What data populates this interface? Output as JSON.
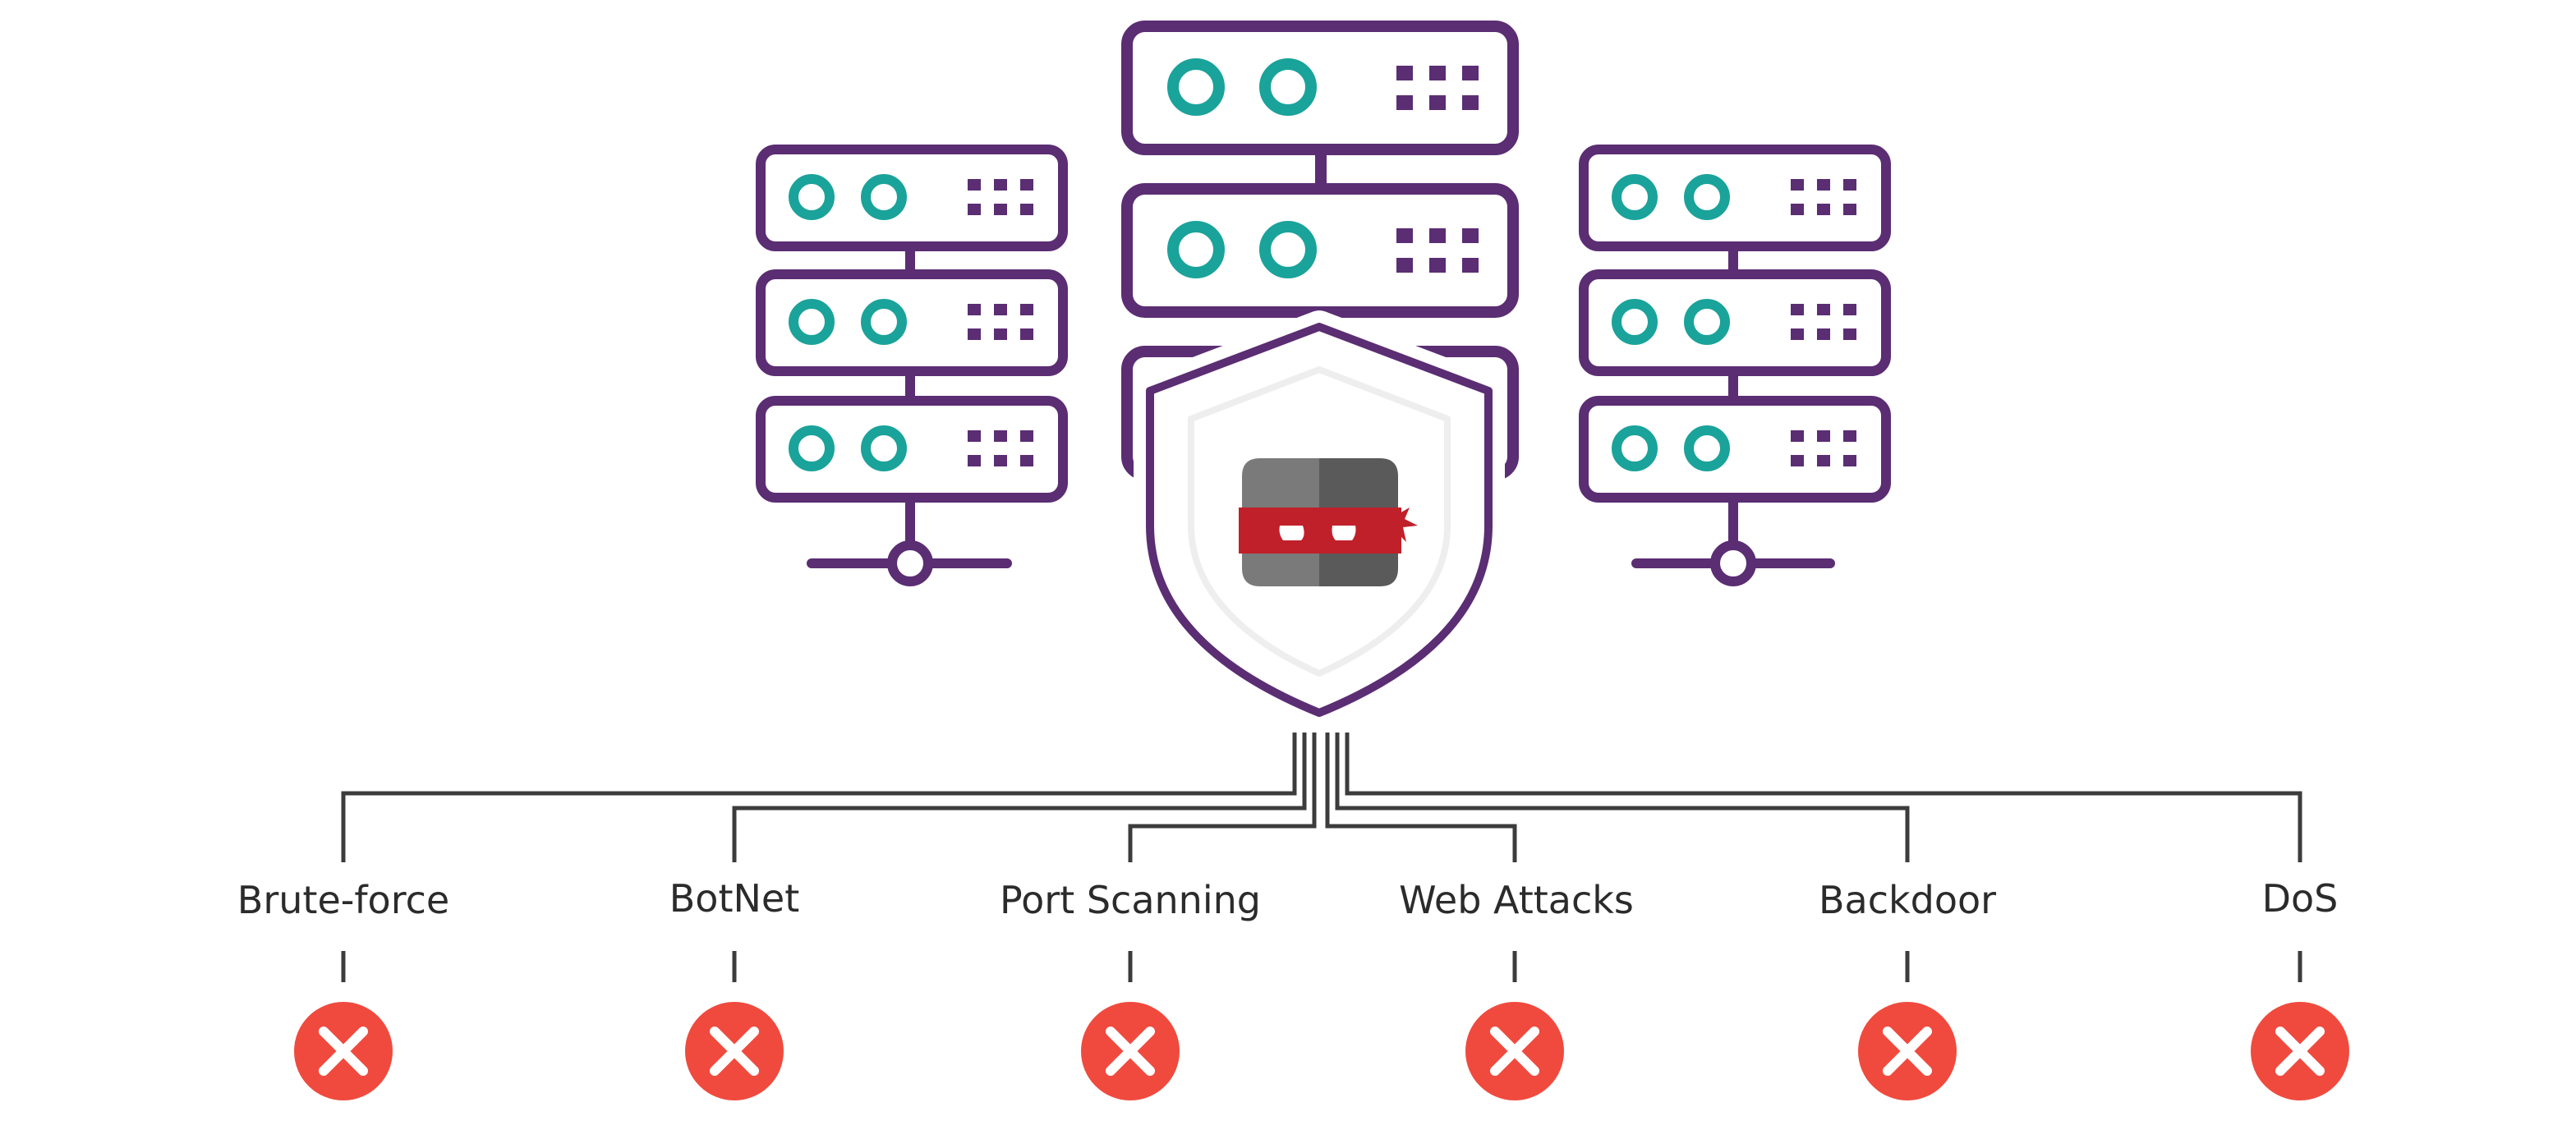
{
  "colors": {
    "server_outline": "#5b2d73",
    "server_light": "#1aa39a",
    "shield_outline": "#5b2d73",
    "connector": "#3c3c3c",
    "block_icon": "#f04a3e",
    "mask_band": "#c0202a",
    "face_left": "#7a7a7a",
    "face_right": "#5a5a5a"
  },
  "icons": {
    "server": "server-rack-icon",
    "shield": "shield-icon",
    "mascot": "ninja-mask-icon",
    "blocked": "x-circle-icon"
  },
  "threats": [
    {
      "label": "Brute-force",
      "status": "blocked"
    },
    {
      "label": "BotNet",
      "status": "blocked"
    },
    {
      "label": "Port Scanning",
      "status": "blocked"
    },
    {
      "label": "Web Attacks",
      "status": "blocked"
    },
    {
      "label": "Backdoor",
      "status": "blocked"
    },
    {
      "label": "DoS",
      "status": "blocked"
    }
  ]
}
